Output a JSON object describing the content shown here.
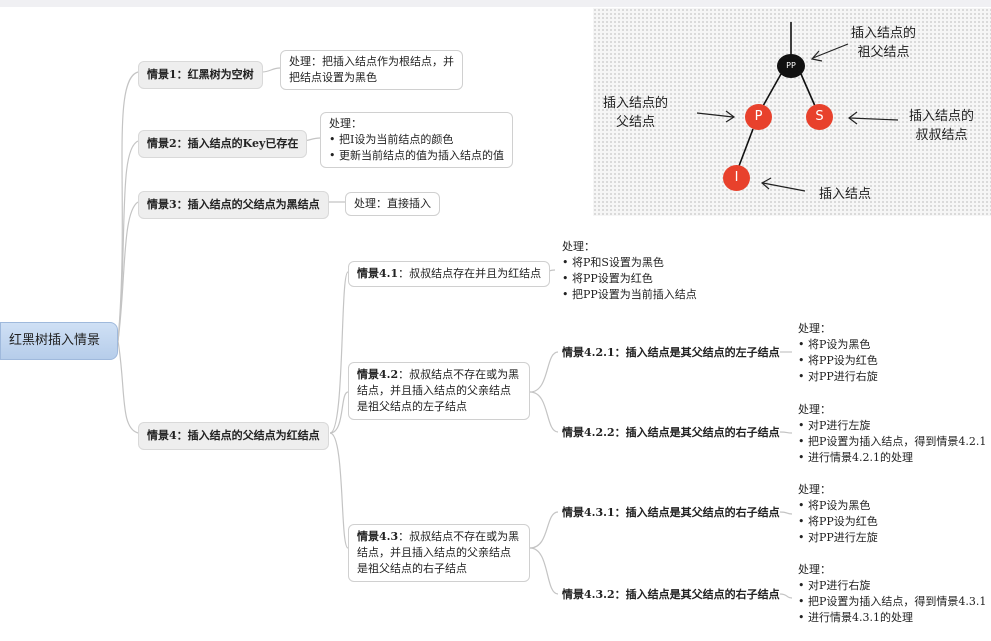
{
  "root": {
    "label": "红黑树插入情景"
  },
  "case1": {
    "title": "情景1：红黑树为空树",
    "detail": [
      "处理：把插入结点作为根结点，并",
      "把结点设置为黑色"
    ]
  },
  "case2": {
    "title": "情景2：插入结点的Key已存在",
    "detail": [
      "处理：",
      "• 把I设为当前结点的颜色",
      "• 更新当前结点的值为插入结点的值"
    ]
  },
  "case3": {
    "title": "情景3：插入结点的父结点为黑结点",
    "detail": [
      "处理：直接插入"
    ]
  },
  "case4": {
    "title": "情景4：插入结点的父结点为红结点",
    "c41": {
      "title_bold": "情景4.1",
      "title_rest": "：叔叔结点存在并且为红结点",
      "detail": [
        "处理：",
        "• 将P和S设置为黑色",
        "• 将PP设置为红色",
        "• 把PP设置为当前插入结点"
      ]
    },
    "c42": {
      "title_bold": "情景4.2",
      "title_rest": "：叔叔结点不存在或为黑结点，并且插入结点的父亲结点是祖父结点的左子结点",
      "c421": {
        "title": "情景4.2.1：插入结点是其父结点的左子结点",
        "detail": [
          "处理：",
          "• 将P设为黑色",
          "• 将PP设为红色",
          "• 对PP进行右旋"
        ]
      },
      "c422": {
        "title": "情景4.2.2：插入结点是其父结点的右子结点",
        "detail": [
          "处理：",
          "• 对P进行左旋",
          "• 把P设置为插入结点，得到情景4.2.1",
          "• 进行情景4.2.1的处理"
        ]
      }
    },
    "c43": {
      "title_bold": "情景4.3",
      "title_rest": "：叔叔结点不存在或为黑结点，并且插入结点的父亲结点是祖父结点的右子结点",
      "c431": {
        "title": "情景4.3.1：插入结点是其父结点的右子结点",
        "detail": [
          "处理：",
          "• 将P设为黑色",
          "• 将PP设为红色",
          "• 对PP进行左旋"
        ]
      },
      "c432": {
        "title": "情景4.3.2：插入结点是其父结点的右子结点",
        "detail": [
          "处理：",
          "• 对P进行右旋",
          "• 把P设置为插入结点，得到情景4.3.1",
          "• 进行情景4.3.1的处理"
        ]
      }
    }
  },
  "tree": {
    "nodes": {
      "pp": "PP",
      "p": "P",
      "s": "S",
      "i": "I"
    },
    "labels": {
      "grandparent": [
        "插入结点的",
        "祖父结点"
      ],
      "parent": [
        "插入结点的",
        "父结点"
      ],
      "uncle": [
        "插入结点的",
        "叔叔结点"
      ],
      "inserted": "插入结点"
    },
    "colors": {
      "black": "#111111",
      "red": "#e8412c"
    }
  },
  "colors": {
    "connector": "#c4c4c4",
    "rootFill": "#c7d9f1"
  }
}
